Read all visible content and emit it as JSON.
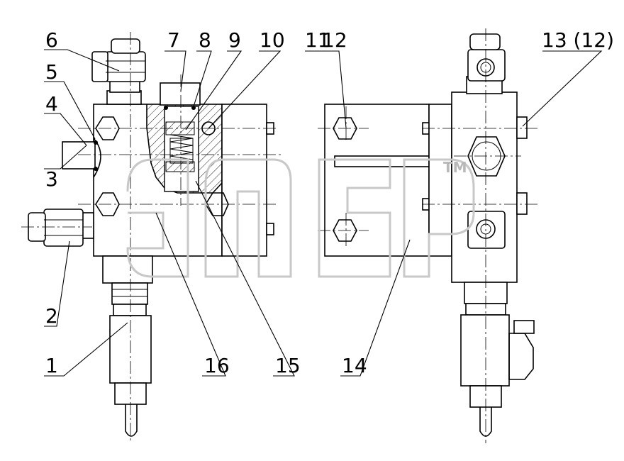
{
  "drawing": {
    "callouts": {
      "c1": "1",
      "c2": "2",
      "c3": "3",
      "c4": "4",
      "c5": "5",
      "c6": "6",
      "c7": "7",
      "c8": "8",
      "c9": "9",
      "c10": "10",
      "c11": "11",
      "c12": "12",
      "c13": "13 (12)",
      "c14": "14",
      "c15": "15",
      "c16": "16"
    },
    "watermark": {
      "trademark": "TM"
    }
  }
}
